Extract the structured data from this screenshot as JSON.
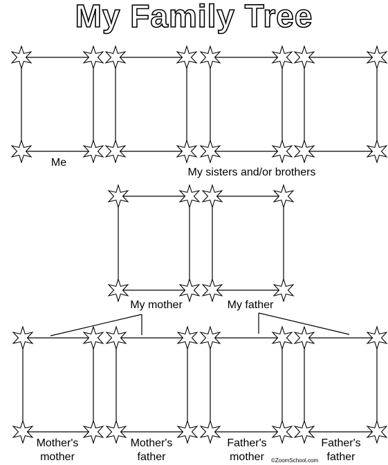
{
  "title": "My Family Tree",
  "labels": {
    "me": "Me",
    "siblings": "My sisters and/or brothers",
    "mother": "My mother",
    "father": "My father",
    "mothers_mother_1": "Mother's",
    "mothers_mother_2": "mother",
    "mothers_father_1": "Mother's",
    "mothers_father_2": "father",
    "fathers_mother_1": "Father's",
    "fathers_mother_2": "mother",
    "fathers_father_1": "Father's",
    "fathers_father_2": "father"
  },
  "copyright": "©ZoomSchool.com"
}
